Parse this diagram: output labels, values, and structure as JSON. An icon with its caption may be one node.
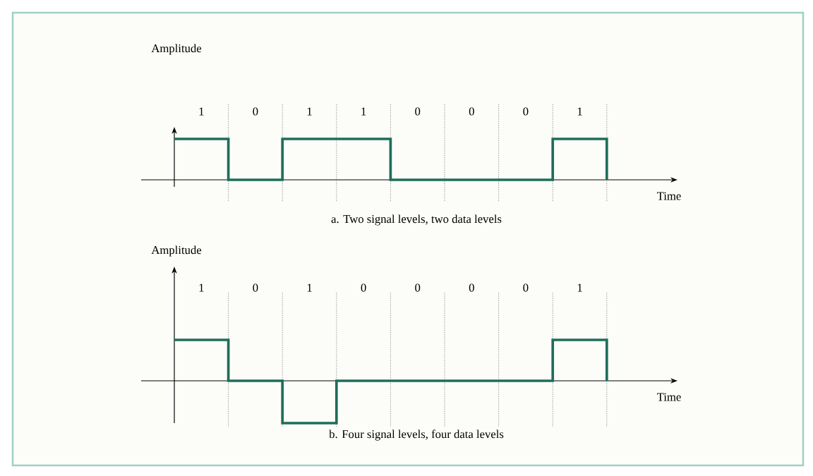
{
  "diagram": {
    "labels": [
      "Amplitude",
      "1",
      "0",
      "1",
      "1",
      "0",
      "0",
      "0",
      "1",
      "Time",
      "a. Two signal levels, two data levels",
      "Amplitude",
      "1",
      "0",
      "1",
      "0",
      "0",
      "0",
      "0",
      "1",
      "Time",
      "b. Four signal levels, four data levels"
    ]
  }
}
